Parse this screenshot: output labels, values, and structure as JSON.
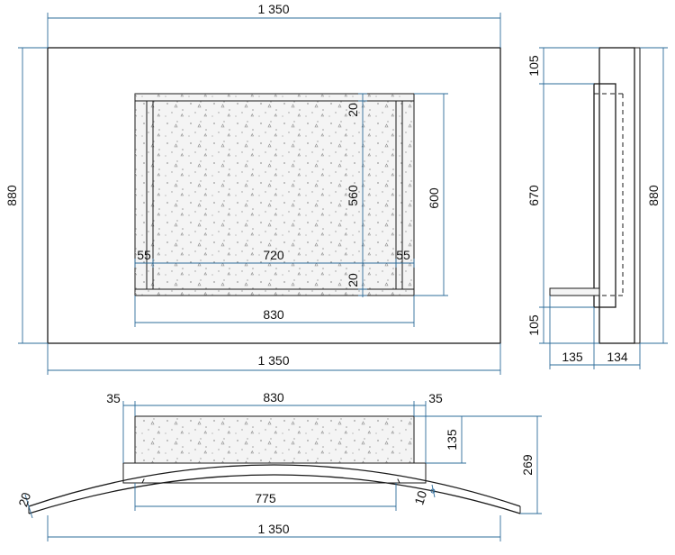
{
  "front_view": {
    "top_width": "1 350",
    "bottom_width": "1 350",
    "height": "880",
    "inner_height": "560",
    "opening_height": "600",
    "top_offset": "20",
    "bottom_offset": "20",
    "inner_width": "720",
    "left_jamb": "55",
    "right_jamb": "55",
    "opening_width": "830"
  },
  "side_view": {
    "top": "105",
    "middle": "670",
    "bottom": "105",
    "total": "880",
    "depth_front": "135",
    "depth_back": "134"
  },
  "plan_view": {
    "left_overhang": "35",
    "block_width": "830",
    "right_overhang": "35",
    "block_depth": "135",
    "total_depth": "269",
    "left_thickness": "20",
    "inner_chord": "775",
    "right_thickness": "10",
    "total_width": "1 350"
  },
  "colors": {
    "dimension_line": "#2e6c9a",
    "outline": "#1a1a1a"
  }
}
